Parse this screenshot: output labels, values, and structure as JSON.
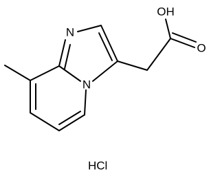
{
  "structure": {
    "atoms": {
      "imine_n": "N",
      "bridge_n": "N",
      "hydroxyl": "OH",
      "carbonyl_o": "O"
    },
    "salt": "HCl"
  },
  "colors": {
    "ink": "#000000",
    "background": "#ffffff"
  }
}
